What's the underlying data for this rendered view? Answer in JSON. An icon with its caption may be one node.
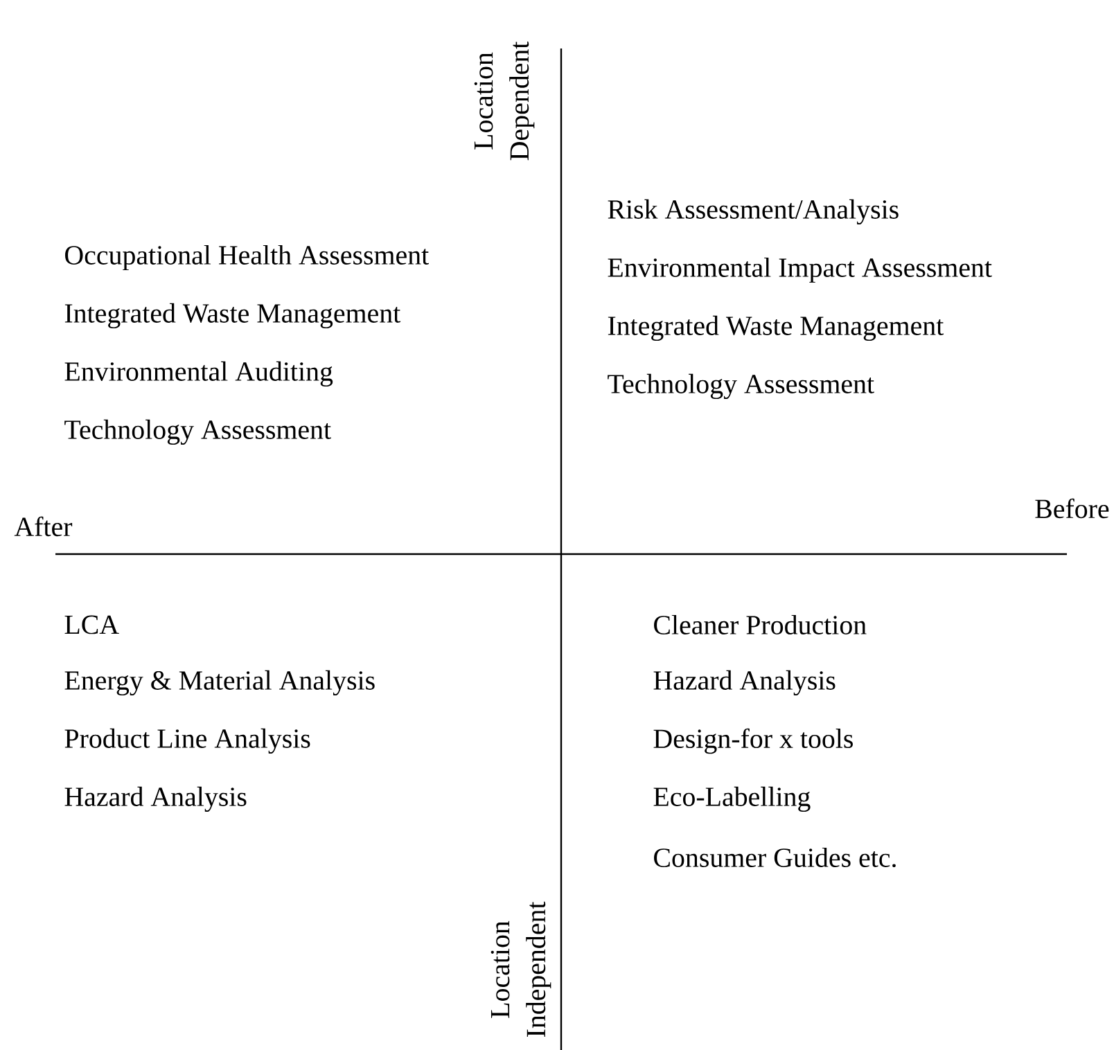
{
  "diagram": {
    "labels": [
      "Location Dependent",
      "Occupational Health Assessment",
      "Integrated Waste Management",
      "Environmental Auditing",
      "Technology Assessment",
      "Risk Assessment/Analysis",
      "Environmental Impact Assessment",
      "Integrated Waste Management",
      "Technology Assessment",
      "After",
      "Before",
      "LCA",
      "Energy & Material Analysis",
      "Product Line Analysis",
      "Hazard Analysis",
      "Cleaner Production",
      "Hazard Analysis",
      "Design-for x tools",
      "Eco-Labelling",
      "Consumer Guides etc.",
      "Location Independent"
    ]
  }
}
